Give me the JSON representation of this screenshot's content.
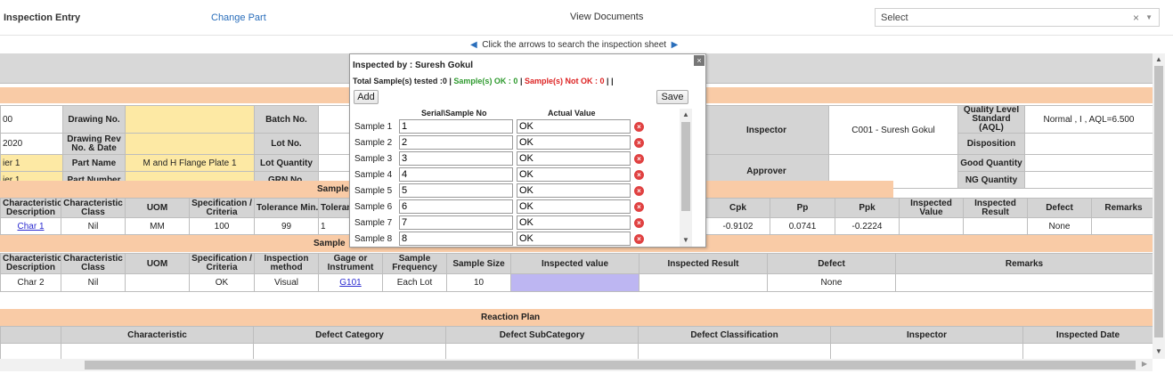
{
  "topbar": {
    "title": "Inspection Entry",
    "change_part": "Change Part",
    "view_documents": "View Documents",
    "select_value": "Select"
  },
  "nav_text": "Click the arrows to search the inspection sheet",
  "header_rows": {
    "r1": {
      "c0": "00",
      "drawing_no_label": "Drawing No.",
      "batch_no_label": "Batch No.",
      "inspector_label": "Inspector",
      "inspector_value": "C001 - Suresh Gokul",
      "quality_level_label": "Quality Level Standard (AQL)",
      "quality_level_value": "Normal , I , AQL=6.500"
    },
    "r2": {
      "c0": "2020",
      "drawing_rev_label": "Drawing Rev No. & Date",
      "lot_no_label": "Lot No.",
      "disposition_label": "Disposition"
    },
    "r3": {
      "c0": "ier 1",
      "part_name_label": "Part Name",
      "part_name_value": "M and H Flange Plate 1",
      "lot_qty_label": "Lot Quantity",
      "approver_label": "Approver",
      "good_qty_label": "Good Quantity"
    },
    "r4": {
      "c0": "ier 1",
      "part_number_label": "Part Number",
      "grn_no_label": "GRN No.",
      "ng_qty_label": "NG Quantity"
    }
  },
  "sample_band_1": "Sample",
  "sample_band_2": "Sample",
  "var_header": [
    "Characteristic Description",
    "Characteristic Class",
    "UOM",
    "Specification / Criteria",
    "Tolerance Min.",
    "Toleran",
    "Cpk",
    "Pp",
    "Ppk",
    "Inspected Value",
    "Inspected Result",
    "Defect",
    "Remarks"
  ],
  "var_row": {
    "char": "Char 1",
    "class": "Nil",
    "uom": "MM",
    "spec": "100",
    "tol_min": "99",
    "tol_max": "1",
    "cpk": "-0.9102",
    "pp": "0.0741",
    "ppk": "-0.2224",
    "defect": "None"
  },
  "attr_header": [
    "Characteristic Description",
    "Characteristic Class",
    "UOM",
    "Specification / Criteria",
    "Inspection method",
    "Gage or Instrument",
    "Sample Frequency",
    "Sample Size",
    "Inspected value",
    "Inspected Result",
    "Defect",
    "Remarks"
  ],
  "attr_row": {
    "char": "Char 2",
    "class": "Nil",
    "spec": "OK",
    "method": "Visual",
    "gage": "G101",
    "freq": "Each Lot",
    "size": "10",
    "defect": "None"
  },
  "reaction_plan": {
    "title": "Reaction Plan",
    "columns": [
      "Characteristic",
      "Defect Category",
      "Defect SubCategory",
      "Defect Classification",
      "Inspector",
      "Inspected Date"
    ]
  },
  "modal": {
    "close": "×",
    "inspected_by": "Inspected by :  Suresh Gokul",
    "total_tested": "Total Sample(s) tested :0",
    "sep": "|",
    "samples_ok": "Sample(s) OK : 0",
    "samples_not_ok": "Sample(s) Not OK : 0",
    "tail": "|  |",
    "add_label": "Add",
    "save_label": "Save",
    "serial_header": "Serial\\Sample No",
    "actual_header": "Actual Value",
    "samples": [
      {
        "label": "Sample 1",
        "serial": "1",
        "actual": "OK"
      },
      {
        "label": "Sample 2",
        "serial": "2",
        "actual": "OK"
      },
      {
        "label": "Sample 3",
        "serial": "3",
        "actual": "OK"
      },
      {
        "label": "Sample 4",
        "serial": "4",
        "actual": "OK"
      },
      {
        "label": "Sample 5",
        "serial": "5",
        "actual": "OK"
      },
      {
        "label": "Sample 6",
        "serial": "6",
        "actual": "OK"
      },
      {
        "label": "Sample 7",
        "serial": "7",
        "actual": "OK"
      },
      {
        "label": "Sample 8",
        "serial": "8",
        "actual": "OK"
      }
    ]
  },
  "colors": {
    "peach": "#f9cba6",
    "yellow": "#fde9a4",
    "lavender": "#bdb6f2",
    "ok_green": "#2e9a2e",
    "not_ok_red": "#dd2222"
  }
}
